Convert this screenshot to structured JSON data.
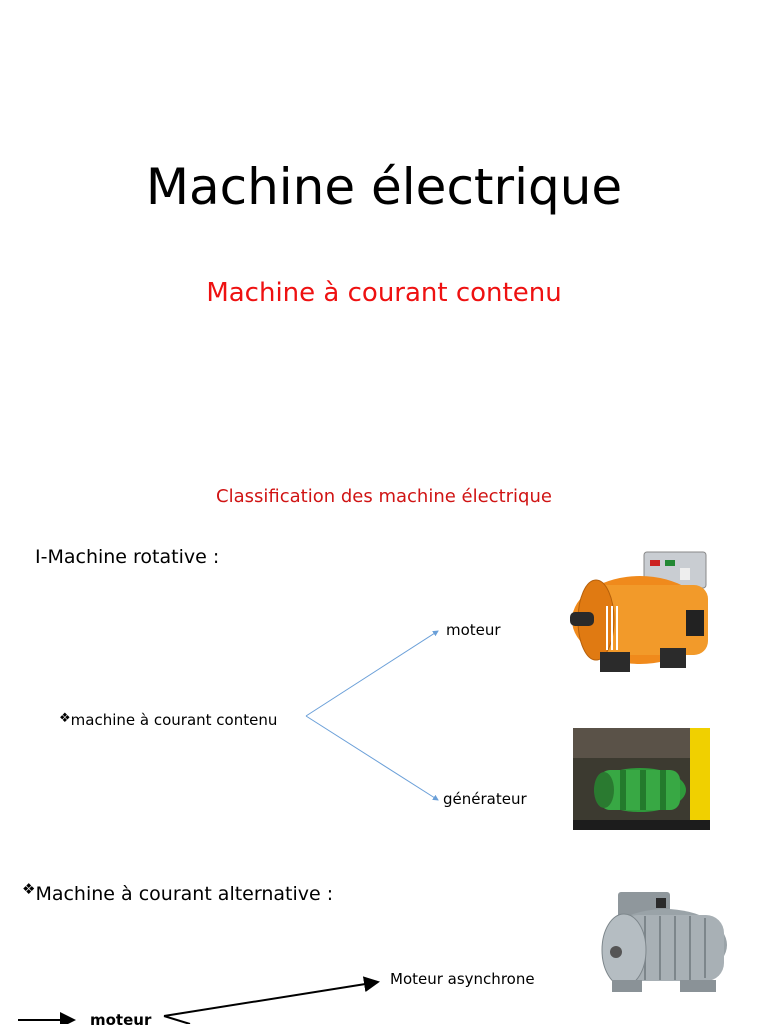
{
  "slide": {
    "title": "Machine électrique",
    "subtitle": "Machine à courant contenu"
  },
  "content": {
    "section_title": "Classification des machine électrique",
    "heading_rotative": "I-Machine rotative :",
    "bullet_dc": "machine à courant contenu",
    "branch_motor": "moteur",
    "branch_generator": "générateur",
    "heading_ac": "Machine à courant alternative :",
    "ac_async": "Moteur asynchrone",
    "ac_motor": "moteur"
  },
  "images": {
    "generator_photo": "orange-dc-generator",
    "green_motor_photo": "green-dc-motor",
    "ac_motor_photo": "grey-ac-motor"
  },
  "colors": {
    "title": "#000000",
    "subtitle": "#ee1111",
    "section": "#d01414",
    "arrows": "#6a9fd8"
  }
}
